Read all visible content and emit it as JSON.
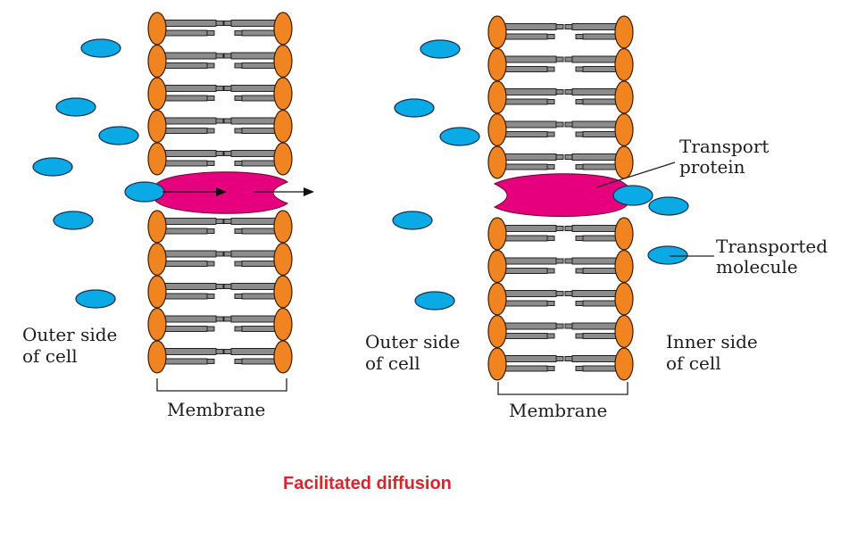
{
  "title": "Facilitated diffusion",
  "colors": {
    "lipid_head": "#f08420",
    "lipid_tail": "#8c8c8c",
    "molecule": "#0aaae6",
    "transport_protein": "#e6007e",
    "title": "#d7262e",
    "text": "#1c1c1c"
  },
  "panels": [
    {
      "name": "before",
      "labels": {
        "outer_side": [
          "Outer side",
          "of cell"
        ],
        "membrane": "Membrane"
      },
      "lipid_rows_above_protein": 5,
      "lipid_rows_below_protein": 5,
      "molecule_count_outside": 6,
      "molecule_count_inside": 0,
      "molecule_state": "entering protein from outer side",
      "arrows": [
        "through-protein",
        "exit-to-inner-side"
      ]
    },
    {
      "name": "after",
      "labels": {
        "outer_side": [
          "Outer side",
          "of cell"
        ],
        "inner_side": [
          "Inner side",
          "of cell"
        ],
        "membrane": "Membrane",
        "transport_protein": [
          "Transport",
          "protein"
        ],
        "transported_molecule": [
          "Transported",
          "molecule"
        ]
      },
      "lipid_rows_above_protein": 5,
      "lipid_rows_below_protein": 5,
      "molecule_count_outside": 5,
      "molecule_count_inside": 3,
      "molecule_state": "exiting protein to inner side"
    }
  ]
}
